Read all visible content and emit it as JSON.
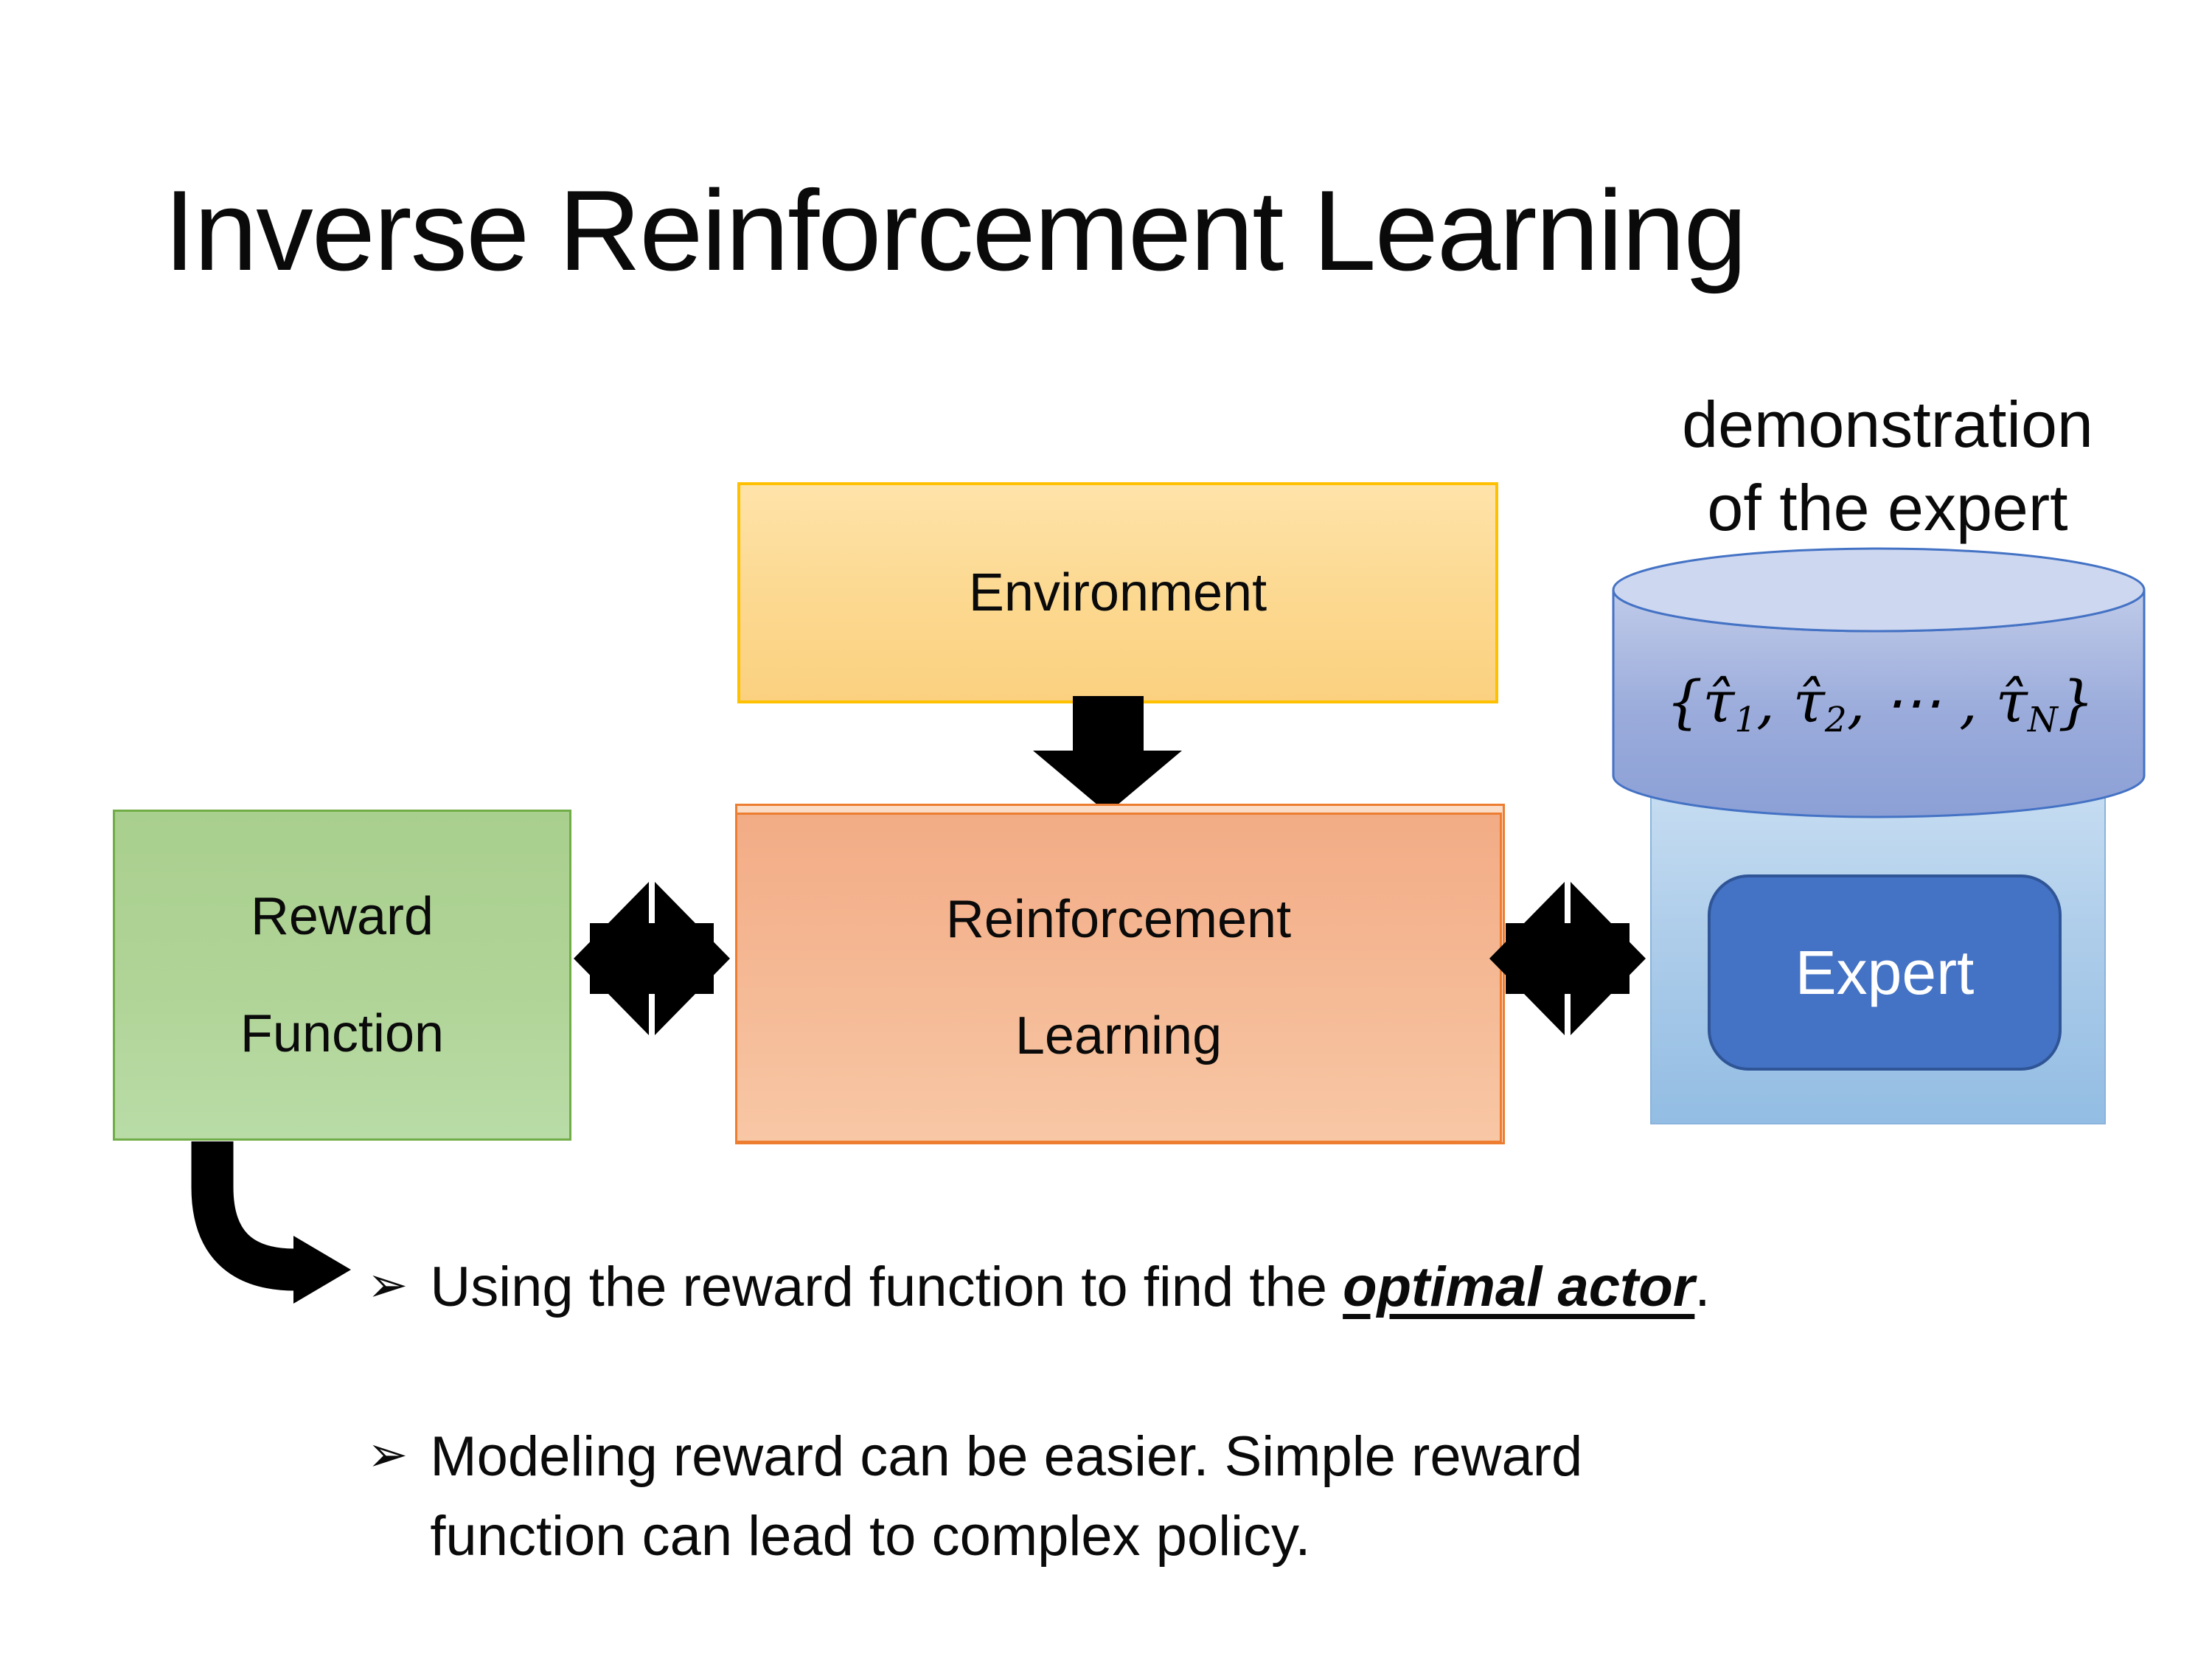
{
  "slide": {
    "title": "Inverse Reinforcement Learning",
    "background": "#FFFFFF"
  },
  "annotation": {
    "line1": "demonstration",
    "line2": "of the expert"
  },
  "boxes": {
    "environment": {
      "label": "Environment",
      "fill_top": "#FEE3A9",
      "fill_bottom": "#FBD180",
      "border": "#FFC000"
    },
    "reward_function": {
      "line1": "Reward",
      "line2": "Function",
      "fill": "#AED599",
      "border": "#70AD47"
    },
    "reinforcement_learning": {
      "line1": "Reinforcement",
      "line2": "Learning",
      "fill_top": "#F2AC85",
      "fill_bottom": "#F8C7A5",
      "border": "#ED7D31"
    },
    "expert": {
      "label": "Expert",
      "fill": "#4472C4",
      "border": "#2F5597",
      "text_color": "#FFFFFF",
      "container_fill_top": "#C8DEF2",
      "container_fill_bottom": "#93BDE3"
    }
  },
  "cylinder": {
    "formula_text": "{τ̂₁, τ̂₂, ⋯ , τ̂_N}",
    "parts": {
      "p0": "{τ̂",
      "s0": "1",
      "p1": ", τ̂",
      "s1": "2",
      "p2": ", ⋯ , τ̂",
      "s2": "N",
      "p3": "}"
    },
    "body_fill": "#97A8D9",
    "top_fill": "#CDD7F0",
    "border": "#4472C4"
  },
  "bullets": {
    "marker": "➢",
    "item1": {
      "prefix": "Using the reward function to find the ",
      "highlight": "optimal actor",
      "suffix": "."
    },
    "item2": {
      "line1": "Modeling reward can be easier. Simple reward",
      "line2": "function can lead to complex policy."
    }
  },
  "arrows": {
    "color": "#000000"
  }
}
